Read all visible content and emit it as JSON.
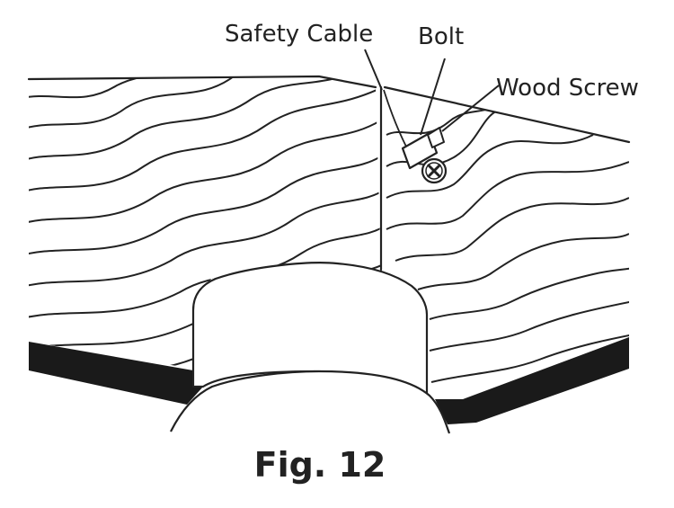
{
  "labels": {
    "safety_cable": "Safety Cable",
    "bolt": "Bolt",
    "wood_screw": "Wood Screw"
  },
  "caption": "Fig. 12"
}
